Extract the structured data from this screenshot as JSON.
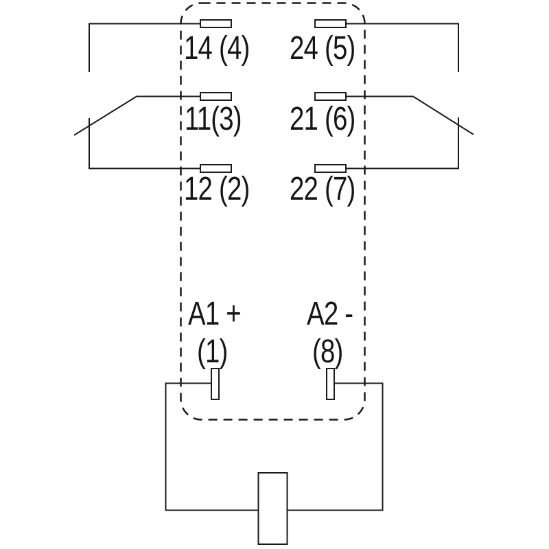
{
  "diagram": {
    "kind": "relay-pin-assignment-schematic",
    "contacts": {
      "rows": [
        {
          "left": "14 (4)",
          "right": "24 (5)"
        },
        {
          "left": "11(3)",
          "right": "21 (6)"
        },
        {
          "left": "12 (2)",
          "right": "22 (7)"
        }
      ]
    },
    "coil": {
      "a1_label": "A1 +",
      "a1_pin": "(1)",
      "a2_label": "A2 -",
      "a2_pin": "(8)"
    },
    "colors": {
      "line": "#1a1a1a",
      "background": "#ffffff"
    }
  }
}
